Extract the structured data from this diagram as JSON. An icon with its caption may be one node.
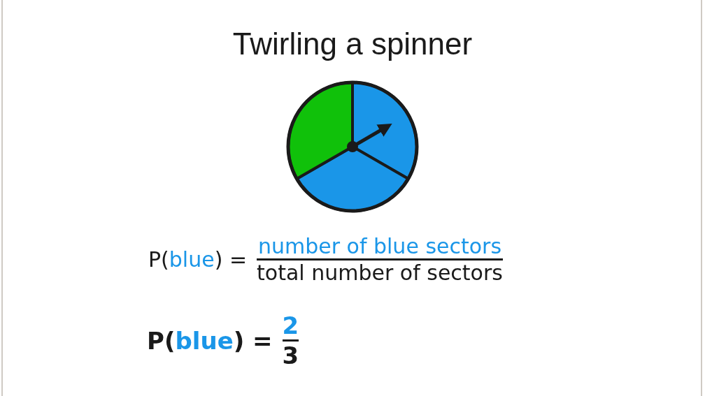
{
  "diagram": {
    "title": "Twirling a spinner",
    "labels": [
      "P(",
      "blue",
      ") =",
      "number of blue sectors",
      "total number of sectors",
      "P(",
      "blue",
      ") =",
      "2",
      "3"
    ]
  }
}
